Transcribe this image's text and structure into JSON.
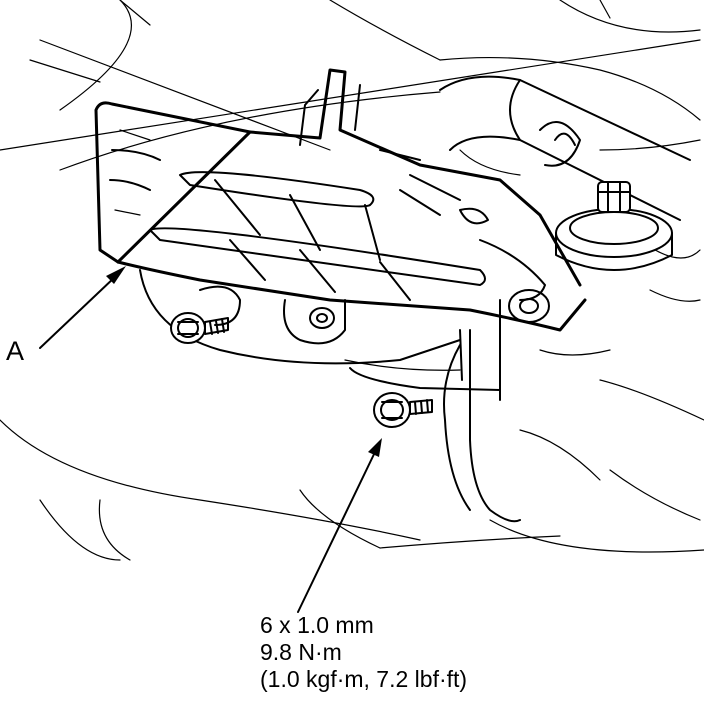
{
  "callout": {
    "label": "A"
  },
  "spec": {
    "size": "6 x 1.0 mm",
    "torque_nm": "9.8 N·m",
    "torque_alt": "(1.0 kgf·m, 7.2 lbf·ft)"
  },
  "colors": {
    "line": "#000000",
    "background": "#ffffff"
  }
}
